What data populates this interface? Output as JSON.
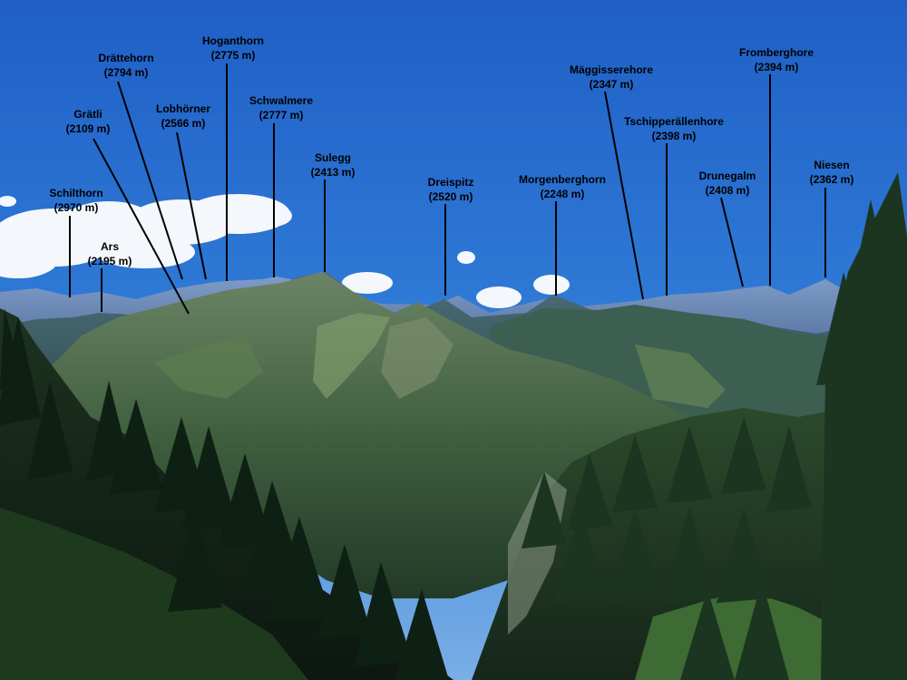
{
  "peaks": [
    {
      "name": "Schilthorn",
      "height": "(2970 m)"
    },
    {
      "name": "Ars",
      "height": "(2195 m)"
    },
    {
      "name": "Grätli",
      "height": "(2109 m)"
    },
    {
      "name": "Drättehorn",
      "height": "(2794 m)"
    },
    {
      "name": "Lobhörner",
      "height": "(2566 m)"
    },
    {
      "name": "Hoganthorn",
      "height": "(2775 m)"
    },
    {
      "name": "Schwalmere",
      "height": "(2777 m)"
    },
    {
      "name": "Sulegg",
      "height": "(2413 m)"
    },
    {
      "name": "Dreispitz",
      "height": "(2520 m)"
    },
    {
      "name": "Morgenberghorn",
      "height": "(2248 m)"
    },
    {
      "name": "Mäggisserehore",
      "height": "(2347 m)"
    },
    {
      "name": "Tschipperällenhore",
      "height": "(2398 m)"
    },
    {
      "name": "Drunegalm",
      "height": "(2408 m)"
    },
    {
      "name": "Fromberghore",
      "height": "(2394 m)"
    },
    {
      "name": "Niesen",
      "height": "(2362 m)"
    }
  ]
}
